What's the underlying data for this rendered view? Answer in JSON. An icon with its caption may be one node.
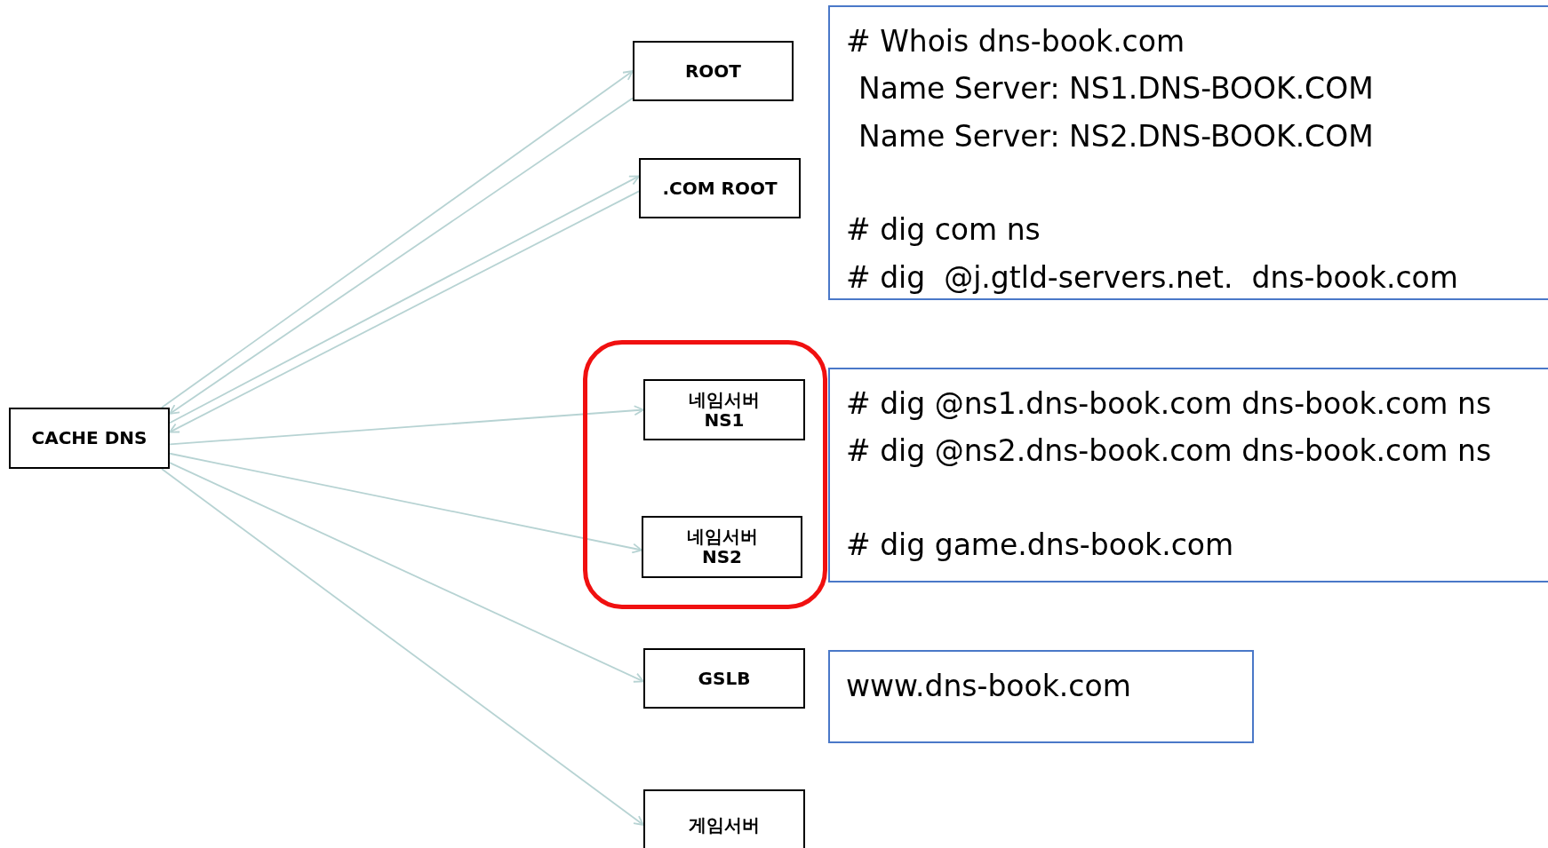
{
  "diagram": {
    "nodes": [
      {
        "text": [
          "CACHE DNS"
        ]
      },
      {
        "text": [
          "ROOT"
        ]
      },
      {
        "text": [
          ".COM ROOT"
        ]
      },
      {
        "text": [],
        "shape": "box"
      },
      {
        "text": [
          "네임서버 NS1"
        ],
        "in": 3
      },
      {
        "text": [
          "네임서버 NS2"
        ],
        "in": 3
      },
      {
        "text": [
          "GSLB"
        ]
      },
      {
        "text": [
          "게임서버"
        ]
      },
      {
        "text": [
          "# Whois dns-book.com",
          "Name Server: NS1.DNS-BOOK.COM",
          "Name Server: NS2.DNS-BOOK.COM",
          "# dig com ns",
          "# dig  @j.gtld-servers.net.  dns-book.com"
        ]
      },
      {
        "text": [
          "# dig @ns1.dns-book.com dns-book.com ns",
          "# dig @ns2.dns-book.com dns-book.com ns",
          "# dig game.dns-book.com"
        ]
      },
      {
        "text": [
          "www.dns-book.com"
        ]
      }
    ],
    "edges": [
      {
        "from": 0,
        "to": 1,
        "arrow": "to"
      },
      {
        "from": 1,
        "to": 0,
        "arrow": "to"
      },
      {
        "from": 0,
        "to": 2,
        "arrow": "to"
      },
      {
        "from": 2,
        "to": 0,
        "arrow": "to"
      },
      {
        "from": 0,
        "to": 4,
        "arrow": "to"
      },
      {
        "from": 0,
        "to": 5,
        "arrow": "to"
      },
      {
        "from": 0,
        "to": 6,
        "arrow": "to"
      },
      {
        "from": 0,
        "to": 7,
        "arrow": "to"
      }
    ]
  }
}
